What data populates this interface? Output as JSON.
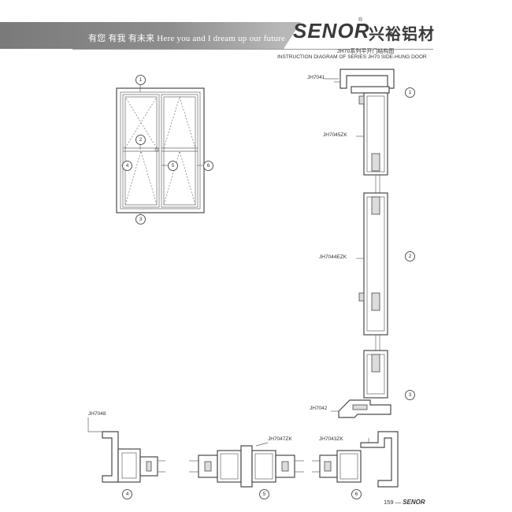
{
  "header": {
    "slogan": "有您 有我 有未来  Here you and I dream up our future",
    "brand_logo": "SENOR",
    "brand_reg": "®",
    "brand_cn": "兴裕铝材"
  },
  "diagram": {
    "title_cn": "JH70系列平开门结构图",
    "title_en": "INSTRUCTION DIAGRAM OF SERIES JH70 SIDE-HUNG DOOR",
    "profiles": {
      "p1": "JH7041",
      "p2": "JH7045ZK",
      "p3": "JH7044EZK",
      "p4": "JH7042",
      "p5": "JH7048",
      "p6": "JH7047ZK",
      "p7": "JH7043ZK"
    },
    "markers": [
      "1",
      "2",
      "3",
      "4",
      "5",
      "6"
    ]
  },
  "footer": {
    "page_number": "159 —",
    "brand": "SENOR"
  }
}
